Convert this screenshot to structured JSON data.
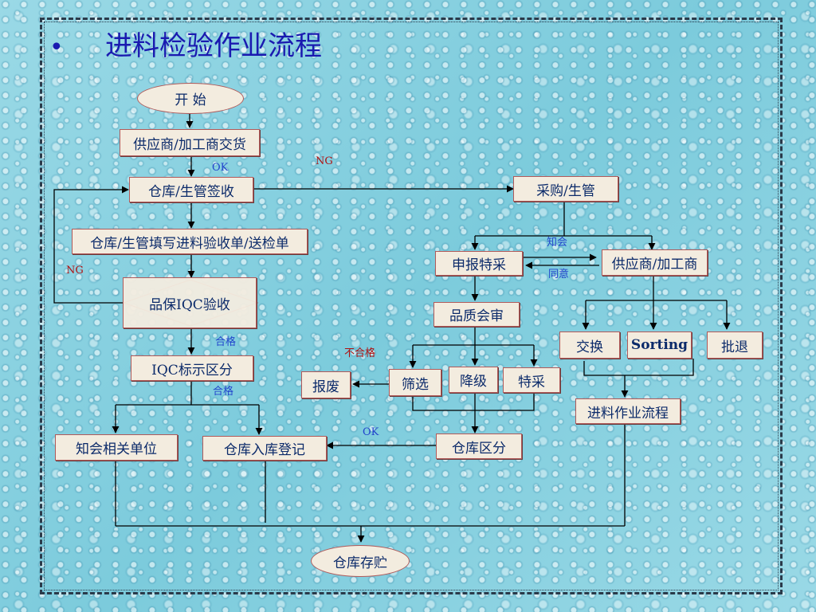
{
  "title": "进料检验作业流程",
  "bullet": "•",
  "nodes": {
    "start": "开 始",
    "supplier_delivery": "供应商/加工商交货",
    "warehouse_receive": "仓库/生管签收",
    "fill_form": "仓库/生管填写进料验收单/送检单",
    "iqc_inspect": "品保IQC验收",
    "iqc_mark": "IQC标示区分",
    "notify_units": "知会相关单位",
    "warehouse_register": "仓库入库登记",
    "purchasing": "采购/生管",
    "apply_special": "申报特采",
    "supplier_processor": "供应商/加工商",
    "quality_review": "品质会审",
    "screening": "筛选",
    "downgrade": "降级",
    "special_accept": "特采",
    "scrap": "报废",
    "warehouse_sort": "仓库区分",
    "exchange": "交换",
    "sorting": "Sorting",
    "reject": "批退",
    "incoming_flow": "进料作业流程",
    "warehouse_storage": "仓库存贮"
  },
  "labels": {
    "ok_1": "OK",
    "ng_1": "NG",
    "ng_2": "NG",
    "notify": "知会",
    "agree": "同意",
    "pass_1": "合格",
    "pass_2": "合格",
    "fail": "不合格",
    "ok_2": "OK"
  },
  "colors": {
    "title": "#1a1ab0",
    "box_fill": "#f3ecdf",
    "box_border": "#b05a5a",
    "text": "#0b2a6a",
    "label_blue": "#2244cc",
    "label_red": "#b01010"
  }
}
